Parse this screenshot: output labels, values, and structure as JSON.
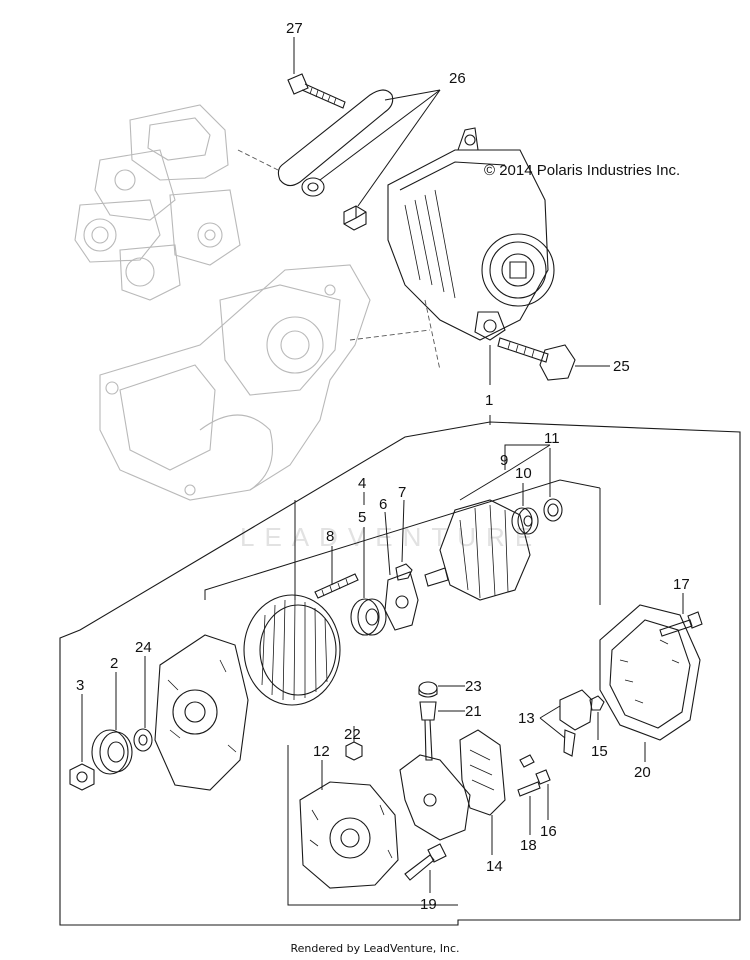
{
  "copyright": "© 2014 Polaris Industries Inc.",
  "footer": "Rendered by LeadVenture, Inc.",
  "watermark": "LEADVENTURE",
  "callouts": {
    "c1": "1",
    "c2": "2",
    "c3": "3",
    "c4": "4",
    "c5": "5",
    "c6": "6",
    "c7": "7",
    "c8": "8",
    "c9": "9",
    "c10": "10",
    "c11": "11",
    "c12": "12",
    "c13": "13",
    "c14": "14",
    "c15": "15",
    "c16": "16",
    "c17": "17",
    "c18": "18",
    "c19": "19",
    "c20": "20",
    "c21": "21",
    "c22": "22",
    "c23": "23",
    "c24": "24",
    "c25": "25",
    "c26": "26",
    "c27": "27"
  }
}
